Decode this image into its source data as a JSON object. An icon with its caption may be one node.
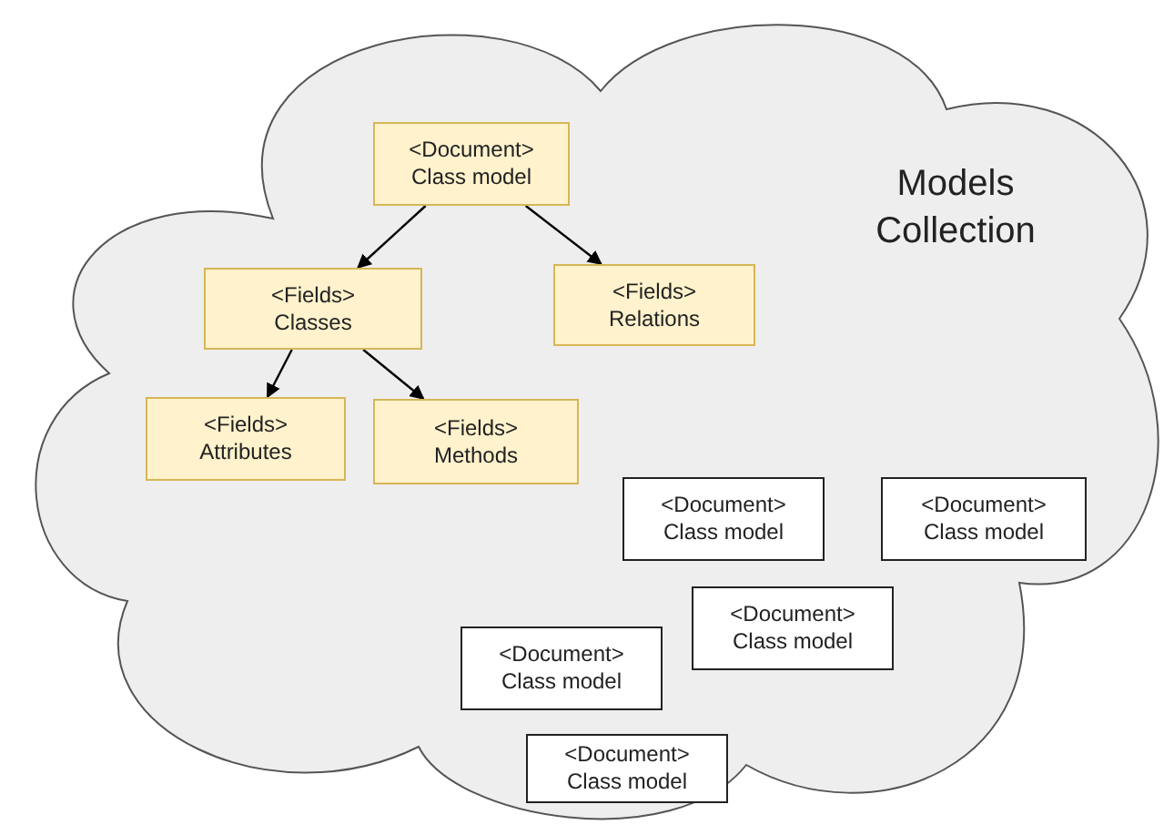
{
  "diagram": {
    "nodes": [
      {
        "text": [
          "Models Collection"
        ]
      },
      {
        "text": [
          "<Document>",
          "Class model"
        ],
        "in": 0
      },
      {
        "text": [
          "<Fields>",
          "Classes"
        ],
        "in": 0
      },
      {
        "text": [
          "<Fields>",
          "Relations"
        ],
        "in": 0
      },
      {
        "text": [
          "<Fields>",
          "Attributes"
        ],
        "in": 0
      },
      {
        "text": [
          "<Fields>",
          "Methods"
        ],
        "in": 0
      },
      {
        "text": [
          "<Document>",
          "Class model"
        ],
        "in": 0
      },
      {
        "text": [
          "<Document>",
          "Class model"
        ],
        "in": 0
      },
      {
        "text": [
          "<Document>",
          "Class model"
        ],
        "in": 0
      },
      {
        "text": [
          "<Document>",
          "Class model"
        ],
        "in": 0
      },
      {
        "text": [
          "<Document>",
          "Class model"
        ],
        "in": 0
      }
    ],
    "edges": [
      {
        "from": 1,
        "to": 2,
        "arrow": "to"
      },
      {
        "from": 1,
        "to": 3,
        "arrow": "to"
      },
      {
        "from": 2,
        "to": 4,
        "arrow": "to"
      },
      {
        "from": 2,
        "to": 5,
        "arrow": "to"
      }
    ]
  }
}
